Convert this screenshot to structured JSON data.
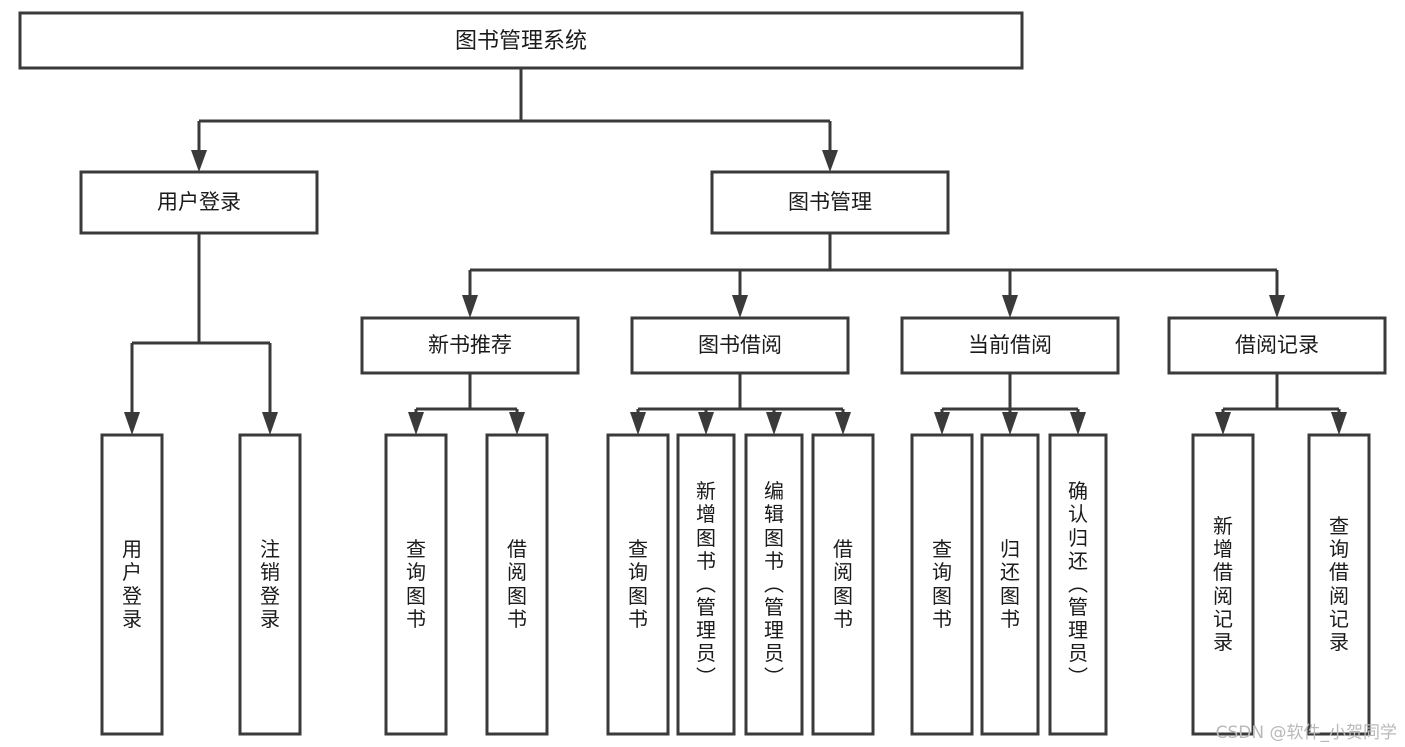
{
  "diagram": {
    "title": "图书管理系统",
    "type": "tree-hierarchy",
    "watermark": "CSDN @软件_小贺同学",
    "colors": {
      "stroke": "#3a3a3a",
      "box_fill": "#ffffff",
      "text": "#1b1b1b",
      "background": "#ffffff",
      "watermark_text": "#b9b9b9"
    },
    "root": {
      "id": "root",
      "label": "图书管理系统"
    },
    "level2": [
      {
        "id": "user-login",
        "label": "用户登录"
      },
      {
        "id": "book-manage",
        "label": "图书管理"
      }
    ],
    "level3": [
      {
        "id": "new-book-recommend",
        "label": "新书推荐",
        "parent": "book-manage"
      },
      {
        "id": "book-borrow",
        "label": "图书借阅",
        "parent": "book-manage"
      },
      {
        "id": "current-borrow",
        "label": "当前借阅",
        "parent": "book-manage"
      },
      {
        "id": "borrow-record",
        "label": "借阅记录",
        "parent": "book-manage"
      }
    ],
    "leaves": [
      {
        "id": "leaf-user-login",
        "label": "用户登录",
        "parent": "user-login"
      },
      {
        "id": "leaf-logout-login",
        "label": "注销登录",
        "parent": "user-login"
      },
      {
        "id": "leaf-query-book-1",
        "label": "查询图书",
        "parent": "new-book-recommend"
      },
      {
        "id": "leaf-borrow-book-1",
        "label": "借阅图书",
        "parent": "new-book-recommend"
      },
      {
        "id": "leaf-query-book-2",
        "label": "查询图书",
        "parent": "book-borrow"
      },
      {
        "id": "leaf-add-book",
        "label": "新增图书（管理员）",
        "parent": "book-borrow"
      },
      {
        "id": "leaf-edit-book",
        "label": "编辑图书（管理员）",
        "parent": "book-borrow"
      },
      {
        "id": "leaf-borrow-book-2",
        "label": "借阅图书",
        "parent": "book-borrow"
      },
      {
        "id": "leaf-query-book-3",
        "label": "查询图书",
        "parent": "current-borrow"
      },
      {
        "id": "leaf-return-book",
        "label": "归还图书",
        "parent": "current-borrow"
      },
      {
        "id": "leaf-confirm-return",
        "label": "确认归还（管理员）",
        "parent": "current-borrow"
      },
      {
        "id": "leaf-add-record",
        "label": "新增借阅记录",
        "parent": "borrow-record"
      },
      {
        "id": "leaf-query-record",
        "label": "查询借阅记录",
        "parent": "borrow-record"
      }
    ]
  }
}
